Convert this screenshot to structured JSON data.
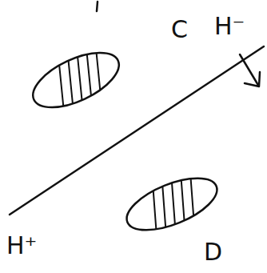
{
  "diagram": {
    "labels": [
      "C",
      "H⁻",
      "H⁺",
      "D"
    ]
  }
}
